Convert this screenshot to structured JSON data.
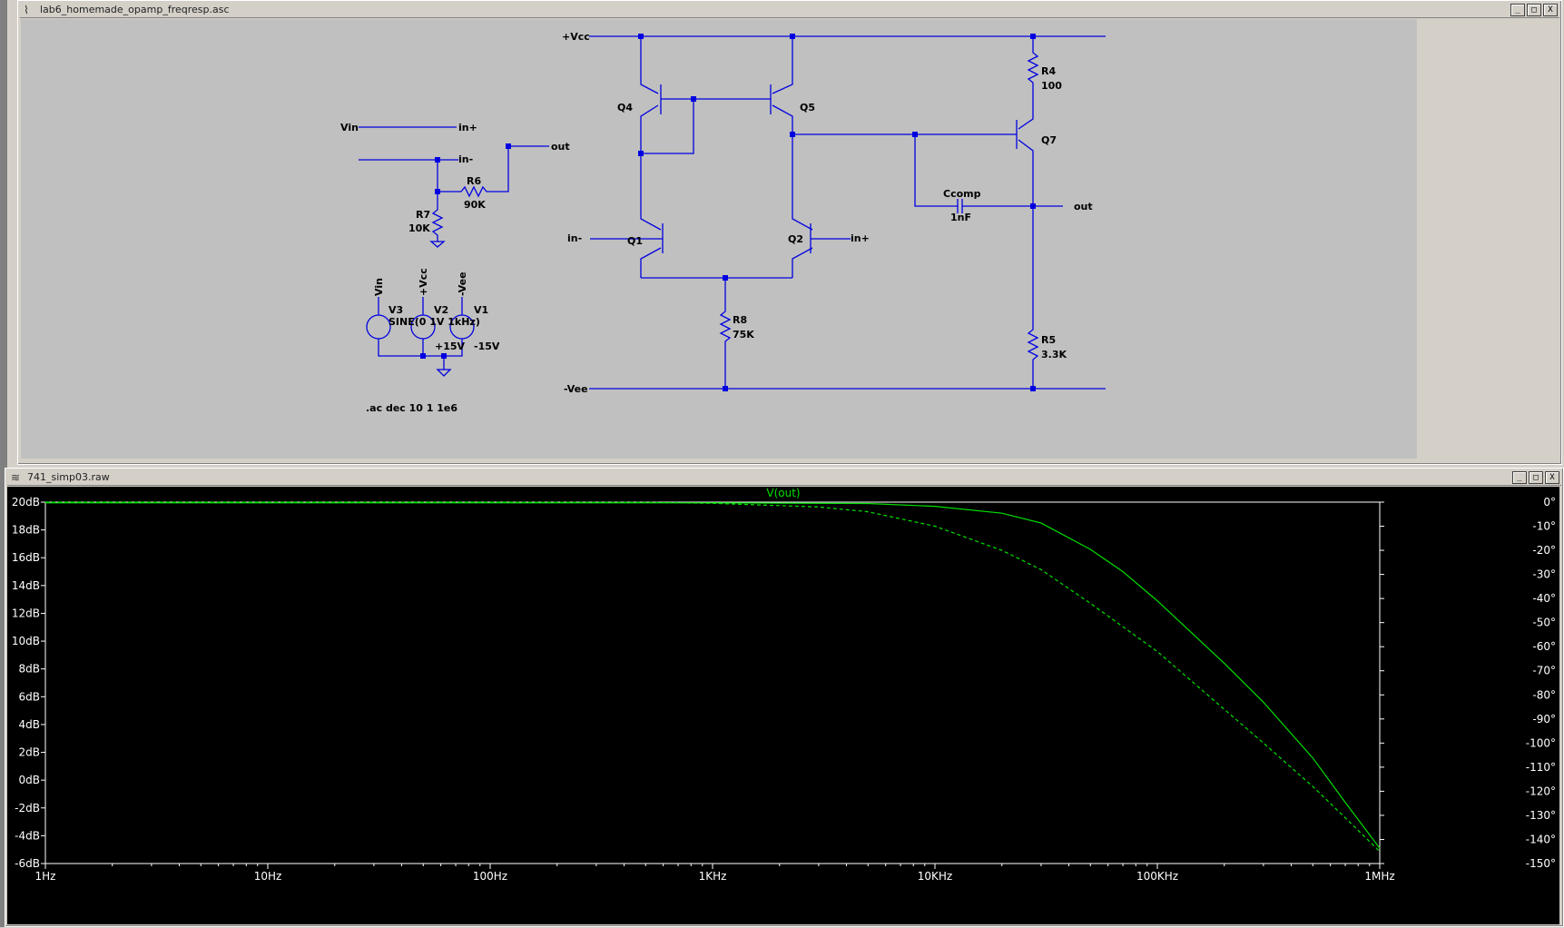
{
  "schematic_window": {
    "title": "lab6_homemade_opamp_freqresp.asc",
    "buttons": {
      "minimize": "_",
      "restore": "□",
      "close": "X"
    }
  },
  "schematic": {
    "nets": {
      "vcc": "+Vcc",
      "vee": "-Vee",
      "vin": "Vin",
      "in_plus": "in+",
      "in_minus": "in-",
      "out": "out"
    },
    "transistors": [
      "Q1",
      "Q2",
      "Q4",
      "Q5",
      "Q7"
    ],
    "resistors": [
      {
        "name": "R4",
        "value": "100"
      },
      {
        "name": "R5",
        "value": "3.3K"
      },
      {
        "name": "R6",
        "value": "90K"
      },
      {
        "name": "R7",
        "value": "10K"
      },
      {
        "name": "R8",
        "value": "75K"
      }
    ],
    "capacitor": {
      "name": "Ccomp",
      "value": "1nF"
    },
    "sources": [
      {
        "name": "V3",
        "net": "Vin",
        "value": "SINE(0 1V 1kHz)"
      },
      {
        "name": "V2",
        "net": "+Vcc",
        "value": "+15V"
      },
      {
        "name": "V1",
        "net": "-Vee",
        "value": "-15V"
      }
    ],
    "directive": ".ac dec 10 1 1e6"
  },
  "plot_window": {
    "title": "741_simp03.raw",
    "buttons": {
      "minimize": "_",
      "restore": "□",
      "close": "X"
    }
  },
  "chart_data": {
    "type": "line",
    "title": "V(out)",
    "x_scale": "log",
    "xlim": [
      1,
      1000000
    ],
    "x_ticks": [
      "1Hz",
      "10Hz",
      "100Hz",
      "1KHz",
      "10KHz",
      "100KHz",
      "1MHz"
    ],
    "ylim_left": [
      -6,
      20
    ],
    "y_ticks_left": [
      "20dB",
      "18dB",
      "16dB",
      "14dB",
      "12dB",
      "10dB",
      "8dB",
      "6dB",
      "4dB",
      "2dB",
      "0dB",
      "-2dB",
      "-4dB",
      "-6dB"
    ],
    "ylim_right": [
      -150,
      0
    ],
    "y_ticks_right": [
      "0°",
      "-10°",
      "-20°",
      "-30°",
      "-40°",
      "-50°",
      "-60°",
      "-70°",
      "-80°",
      "-90°",
      "-100°",
      "-110°",
      "-120°",
      "-130°",
      "-140°",
      "-150°"
    ],
    "series": [
      {
        "name": "V(out)",
        "quantity": "magnitude (dB)",
        "style": "solid",
        "color": "#00e000",
        "x": [
          1,
          10,
          100,
          1000,
          5000,
          10000,
          20000,
          30000,
          50000,
          70000,
          100000,
          200000,
          300000,
          500000,
          700000,
          1000000
        ],
        "y": [
          19.95,
          19.95,
          19.95,
          19.95,
          19.9,
          19.7,
          19.2,
          18.5,
          16.6,
          15.0,
          12.9,
          8.4,
          5.6,
          1.6,
          -1.6,
          -4.9
        ]
      },
      {
        "name": "V(out) phase",
        "quantity": "phase (deg)",
        "style": "dashed",
        "color": "#00e000",
        "x": [
          1,
          10,
          100,
          500,
          1000,
          3000,
          5000,
          10000,
          20000,
          30000,
          50000,
          100000,
          200000,
          300000,
          500000,
          700000,
          1000000
        ],
        "y": [
          0,
          0,
          0,
          -0.1,
          -0.5,
          -2,
          -4,
          -10,
          -20,
          -28,
          -42,
          -62,
          -86,
          -100,
          -118,
          -131,
          -145
        ]
      }
    ],
    "grid": false,
    "background": "#000000",
    "axis_color": "#ffffff"
  }
}
